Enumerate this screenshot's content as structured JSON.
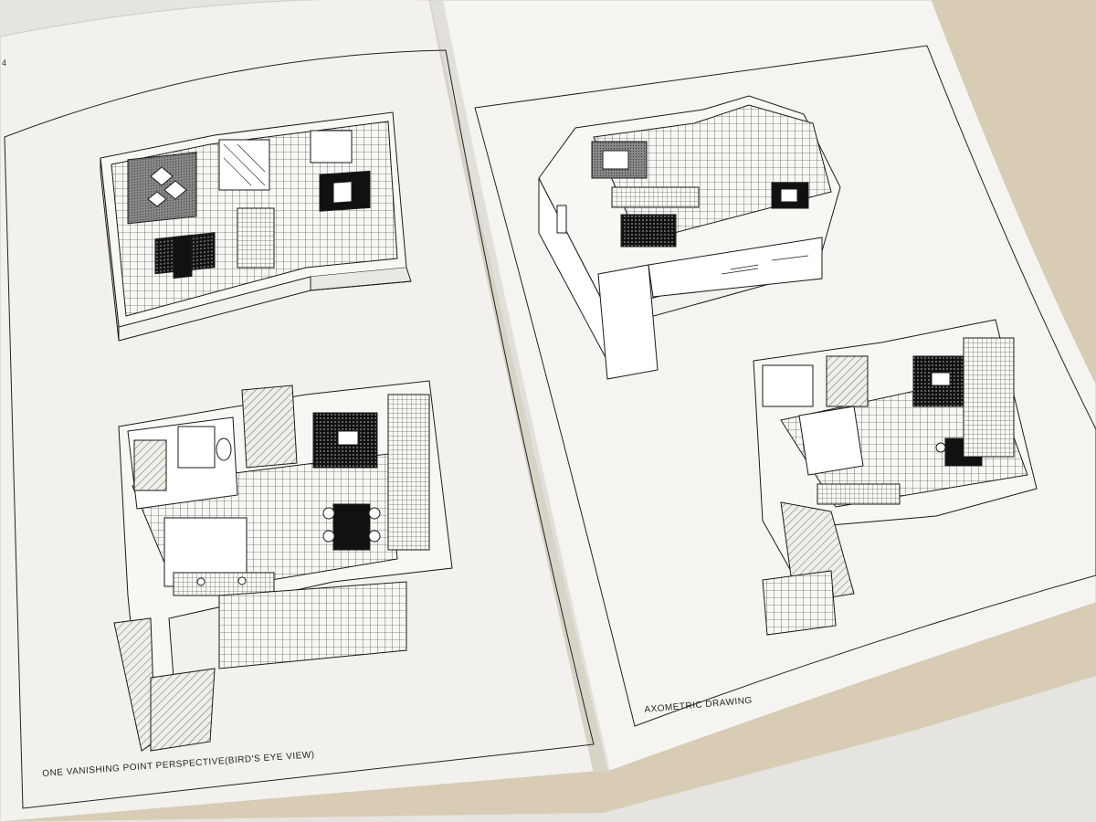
{
  "book": {
    "page_number": "4",
    "left_caption": "ONE VANISHING POINT PERSPECTIVE(BIRD'S EYE VIEW)",
    "right_caption": "AXOMETRIC DRAWING"
  },
  "colors": {
    "background": "#e6e4df",
    "paper": "#f4f3ef",
    "ink": "#1a1a1a",
    "page_edge": "#d9c9a8"
  }
}
